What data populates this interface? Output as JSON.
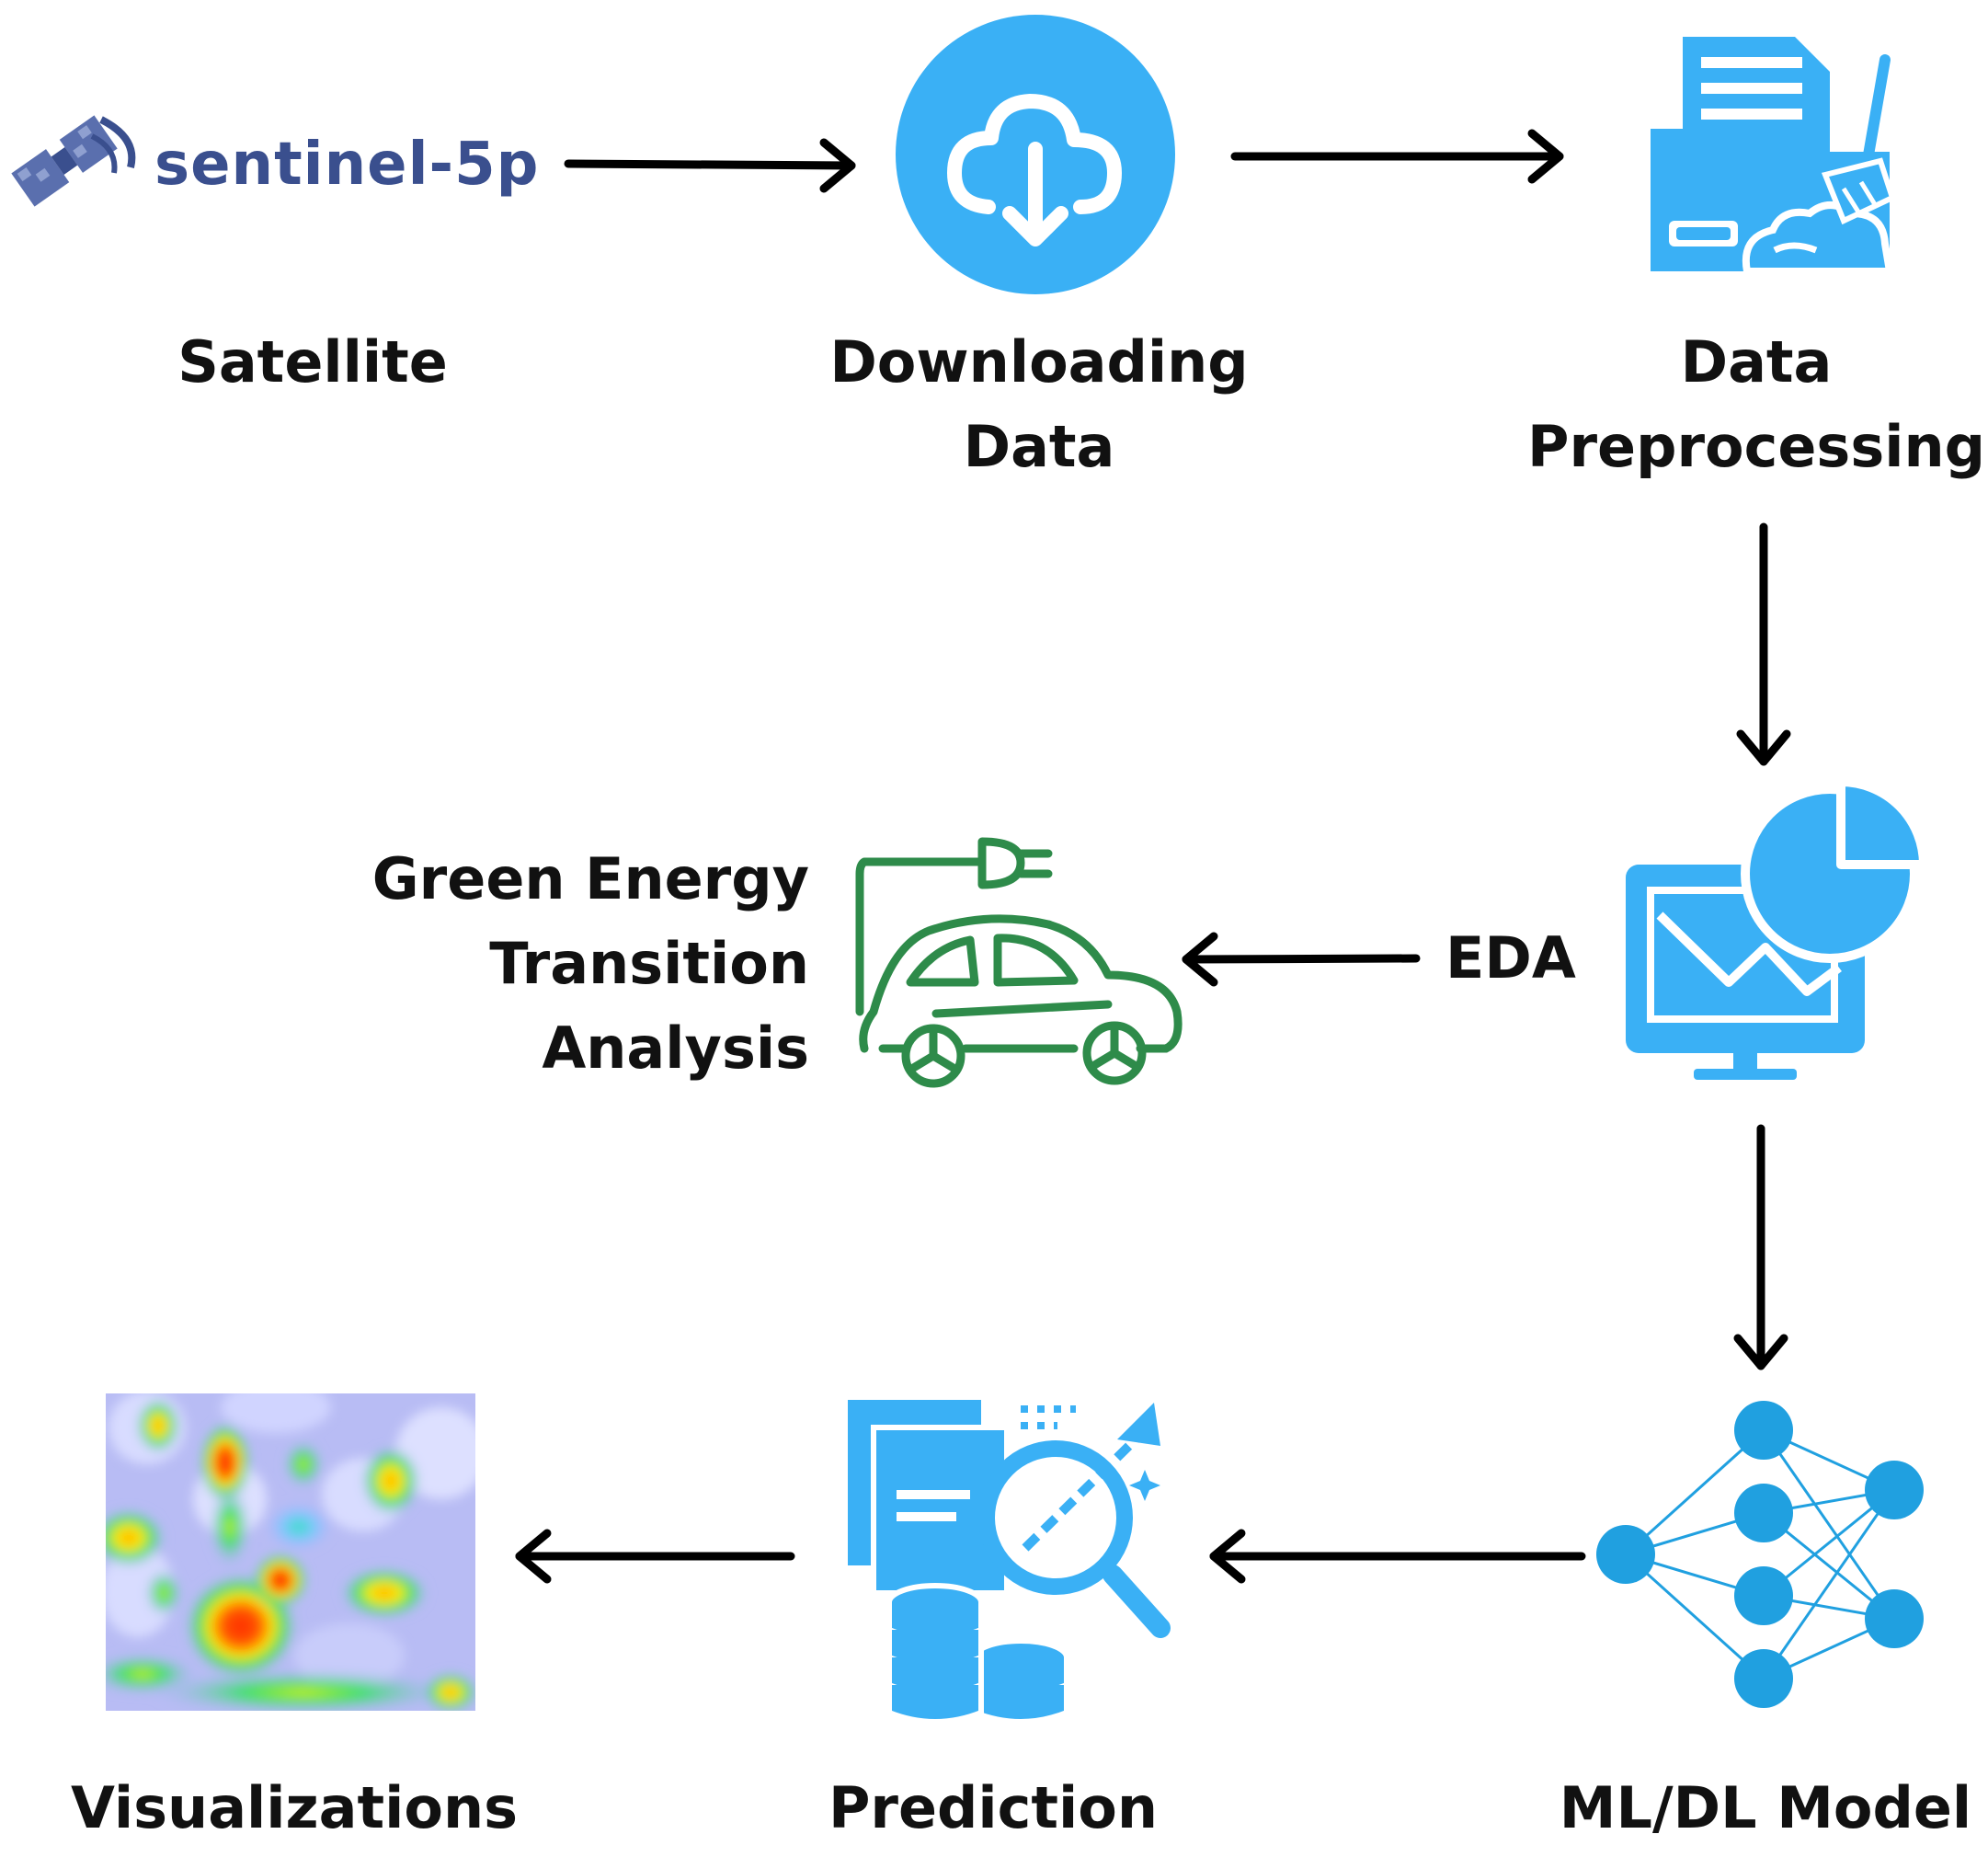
{
  "nodes": {
    "satellite": {
      "logo_text": "sentinel-5p",
      "label": "Satellite"
    },
    "downloading": {
      "label_line1": "Downloading",
      "label_line2": "Data"
    },
    "preprocessing": {
      "label_line1": "Data",
      "label_line2": "Preprocessing"
    },
    "eda": {
      "label": "EDA"
    },
    "green_energy": {
      "label_line1": "Green Energy",
      "label_line2": "Transition",
      "label_line3": "Analysis"
    },
    "model": {
      "label": "ML/DL Model"
    },
    "prediction": {
      "label": "Prediction"
    },
    "visualizations": {
      "label": "Visualizations"
    }
  },
  "colors": {
    "icon_blue": "#3ab0f5",
    "network_blue": "#20a0e0",
    "car_green": "#2e8b4a",
    "arrow": "#000000",
    "label_text": "#111111"
  }
}
